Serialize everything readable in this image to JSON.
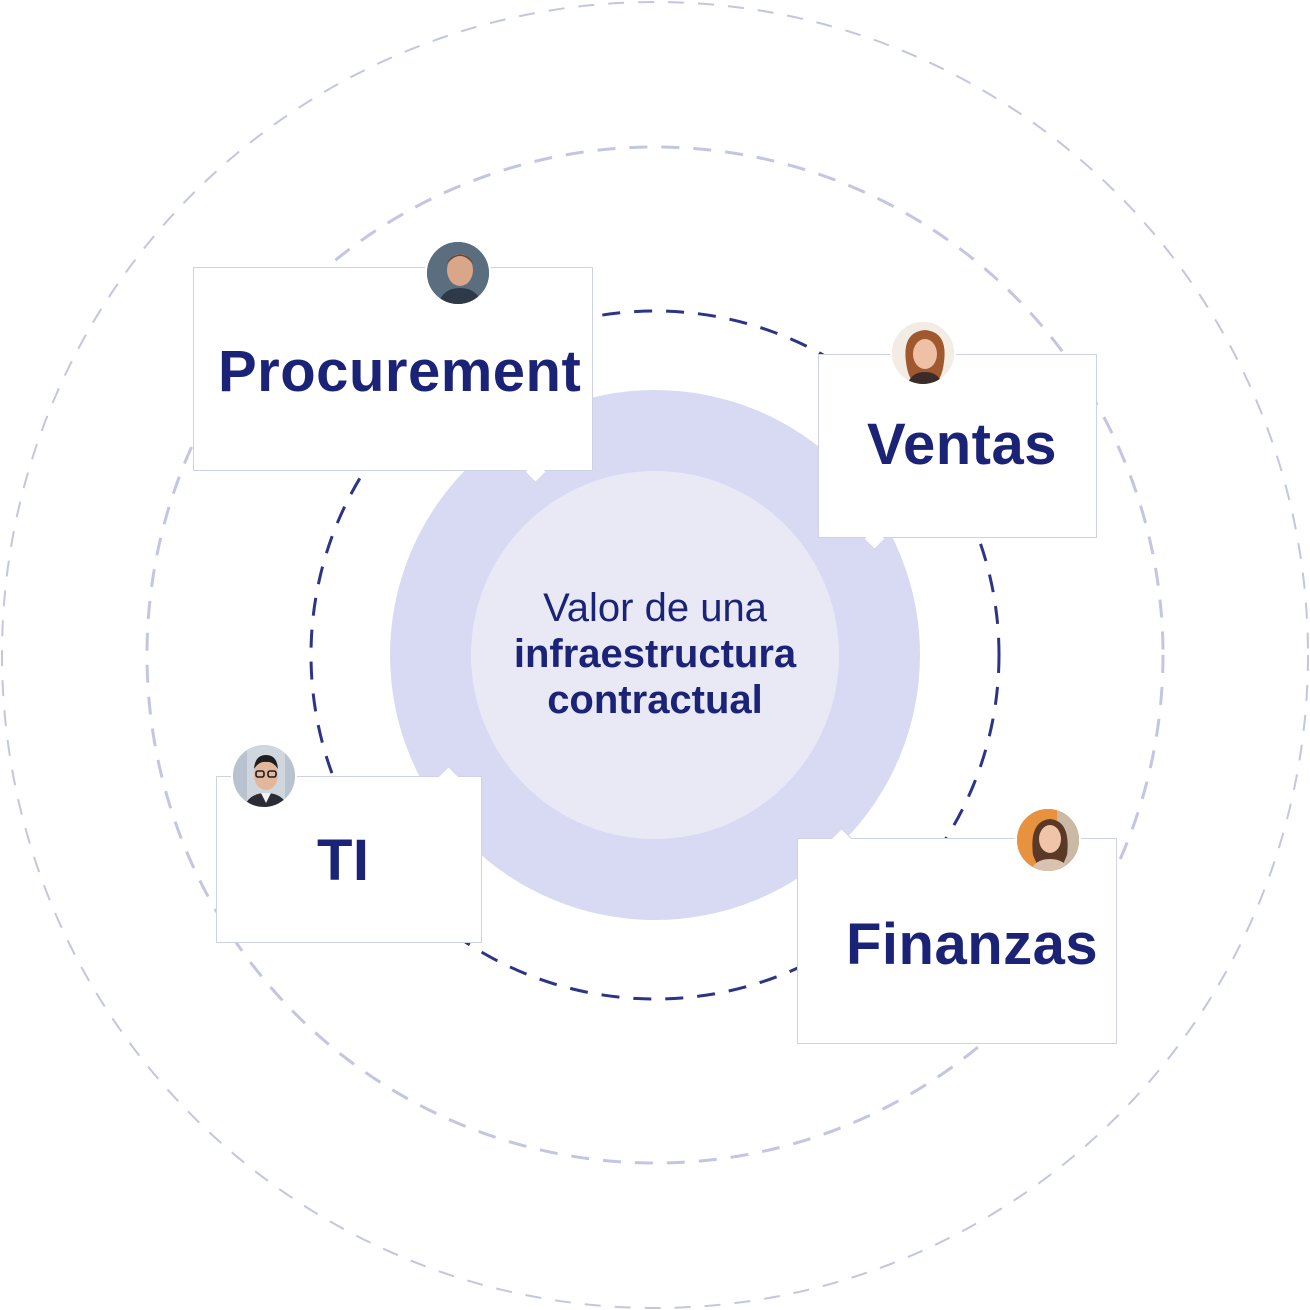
{
  "center": {
    "line1": "Valor de una",
    "line2": "infraestructura",
    "line3": "contractual"
  },
  "departments": [
    {
      "label": "Procurement",
      "avatar": "man-portrait-avatar"
    },
    {
      "label": "Ventas",
      "avatar": "woman-portrait-avatar"
    },
    {
      "label": "TI",
      "avatar": "man-glasses-portrait-avatar"
    },
    {
      "label": "Finanzas",
      "avatar": "woman-portrait-avatar"
    }
  ],
  "colors": {
    "text": "#1b2377",
    "outer_ring": "#c3c6e2",
    "inner_ring": "#2b3486",
    "core_outer": "#d8daf4",
    "core_inner": "#e9e9f6",
    "card_border": "#cfd2e6"
  }
}
